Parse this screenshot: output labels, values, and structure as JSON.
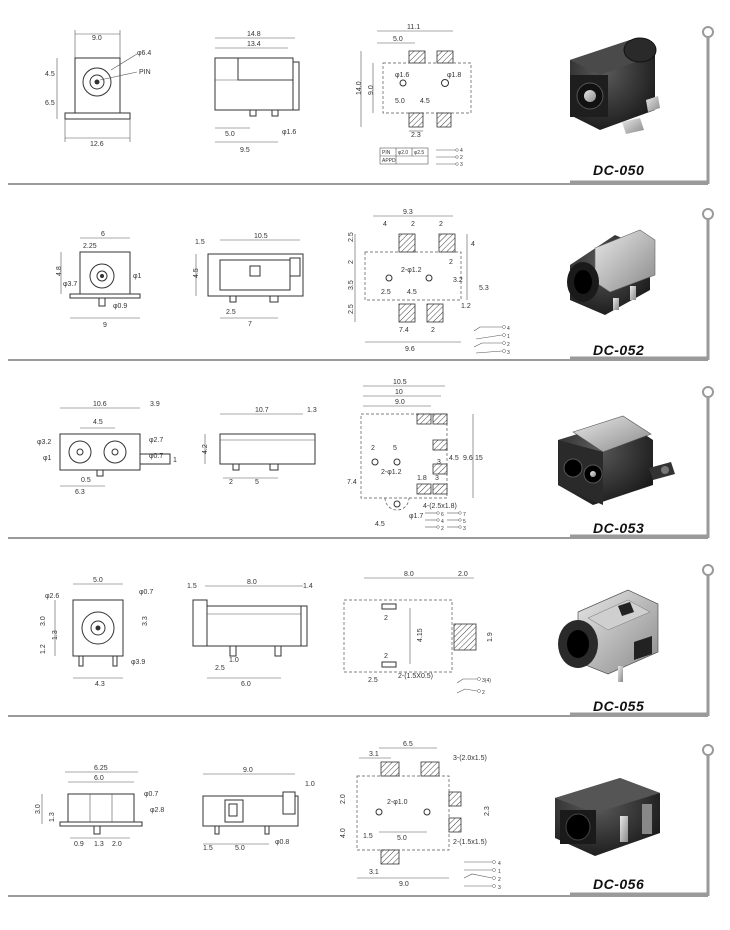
{
  "rows": [
    {
      "model": "DC-050",
      "front": {
        "w": "9.0",
        "upper": "4.5",
        "lower": "6.5",
        "base": "12.6",
        "dia": "φ6.4",
        "pin": "PIN"
      },
      "side": {
        "total": "14.8",
        "body": "13.4",
        "a": "5.0",
        "b": "9.5",
        "pin": "φ1.6"
      },
      "pcb": {
        "w": "11.1",
        "a": "5.0",
        "h": "14.0",
        "inner": "9.0",
        "c": "5.0",
        "d": "4.5",
        "hole1": "φ1.6",
        "hole2": "φ1.8",
        "e": "2.3"
      },
      "pins": {
        "head": "PIN",
        "c1": "φ2.0",
        "c2": "φ2.5",
        "row2": "APPD",
        "n4": "4",
        "n2": "2",
        "n3": "3"
      }
    },
    {
      "model": "DC-052",
      "front": {
        "w": "6",
        "off": "2.25",
        "h": "4.8",
        "dia": "φ3.7",
        "pin": "φ1",
        "foot": "φ0.9",
        "base": "9"
      },
      "side": {
        "top": "1.5",
        "total": "10.5",
        "h": "4.5",
        "a": "2.5",
        "b": "7"
      },
      "pcb": {
        "w": "9.3",
        "a": "4",
        "b": "2",
        "c": "2",
        "l1": "2.5",
        "l2": "2",
        "l3": "3.5",
        "l4": "2.5",
        "holes": "2-φ1.2",
        "d": "2.5",
        "e": "4.5",
        "r1": "4",
        "r2": "5.3",
        "r3": "1.2",
        "r4": "3.2",
        "r5": "2",
        "f": "7.4",
        "g": "2",
        "base": "9.6"
      },
      "pins": {
        "n4": "4",
        "n1": "1",
        "n2": "2",
        "n3": "3"
      }
    },
    {
      "model": "DC-053",
      "front": {
        "w": "10.6",
        "right": "3.9",
        "inner": "4.5",
        "d1": "φ3.2",
        "d2": "φ2.7",
        "d3": "φ1",
        "d4": "φ0.7",
        "a": "0.5",
        "b": "6.3",
        "c": "1"
      },
      "side": {
        "total": "10.7",
        "top": "1.3",
        "h": "4.2",
        "a": "2",
        "b": "5"
      },
      "pcb": {
        "w1": "10.5",
        "w2": "10",
        "w3": "9.0",
        "a": "2",
        "b": "5",
        "holes": "2-φ1.2",
        "c": "3",
        "d": "4.5",
        "e": "9.6",
        "f": "15",
        "g": "7.4",
        "h": "1.8",
        "k": "3",
        "m": "4.5",
        "slot": "4-(2.5x1.8)",
        "hole": "φ1.7"
      },
      "pins": {
        "n6": "6",
        "n4": "4",
        "n2": "2",
        "n7": "7",
        "n5": "5",
        "n3": "3"
      }
    },
    {
      "model": "DC-055",
      "front": {
        "w": "5.0",
        "d1": "φ2.6",
        "d2": "φ0.7",
        "h": "3.0",
        "a": "1.3",
        "b": "1.2",
        "c": "3.3",
        "d3": "φ3.9",
        "base": "4.3"
      },
      "side": {
        "top": "1.5",
        "total": "8.0",
        "right": "1.4",
        "a": "1.0",
        "b": "2.5",
        "c": "6.0"
      },
      "pcb": {
        "w": "8.0",
        "r": "2.0",
        "h": "4.15",
        "a": "2",
        "b": "2",
        "c": "1.9",
        "slot": "2-(1.5X0.5)",
        "d": "2.5"
      },
      "pins": {
        "n34": "3(4)",
        "n2": "2"
      }
    },
    {
      "model": "DC-056",
      "front": {
        "w1": "6.25",
        "w2": "6.0",
        "d1": "φ0.7",
        "d2": "φ2.8",
        "h": "3.0",
        "a": "1.3",
        "b": "0.9",
        "c": "2.0"
      },
      "side": {
        "total": "9.0",
        "right": "1.0",
        "a": "1.5",
        "b": "5.0",
        "d": "φ0.8"
      },
      "pcb": {
        "w1": "6.5",
        "w2": "3.1",
        "slot1": "3-(2.0x1.5)",
        "l1": "2.0",
        "l2": "4.0",
        "holes": "2-φ1.0",
        "a": "1.5",
        "b": "5.0",
        "c": "2.3",
        "slot2": "2-(1.5x1.5)",
        "d": "3.1",
        "base": "9.0"
      },
      "pins": {
        "n4": "4",
        "n1": "1",
        "n2": "2",
        "n3": "3"
      }
    }
  ]
}
